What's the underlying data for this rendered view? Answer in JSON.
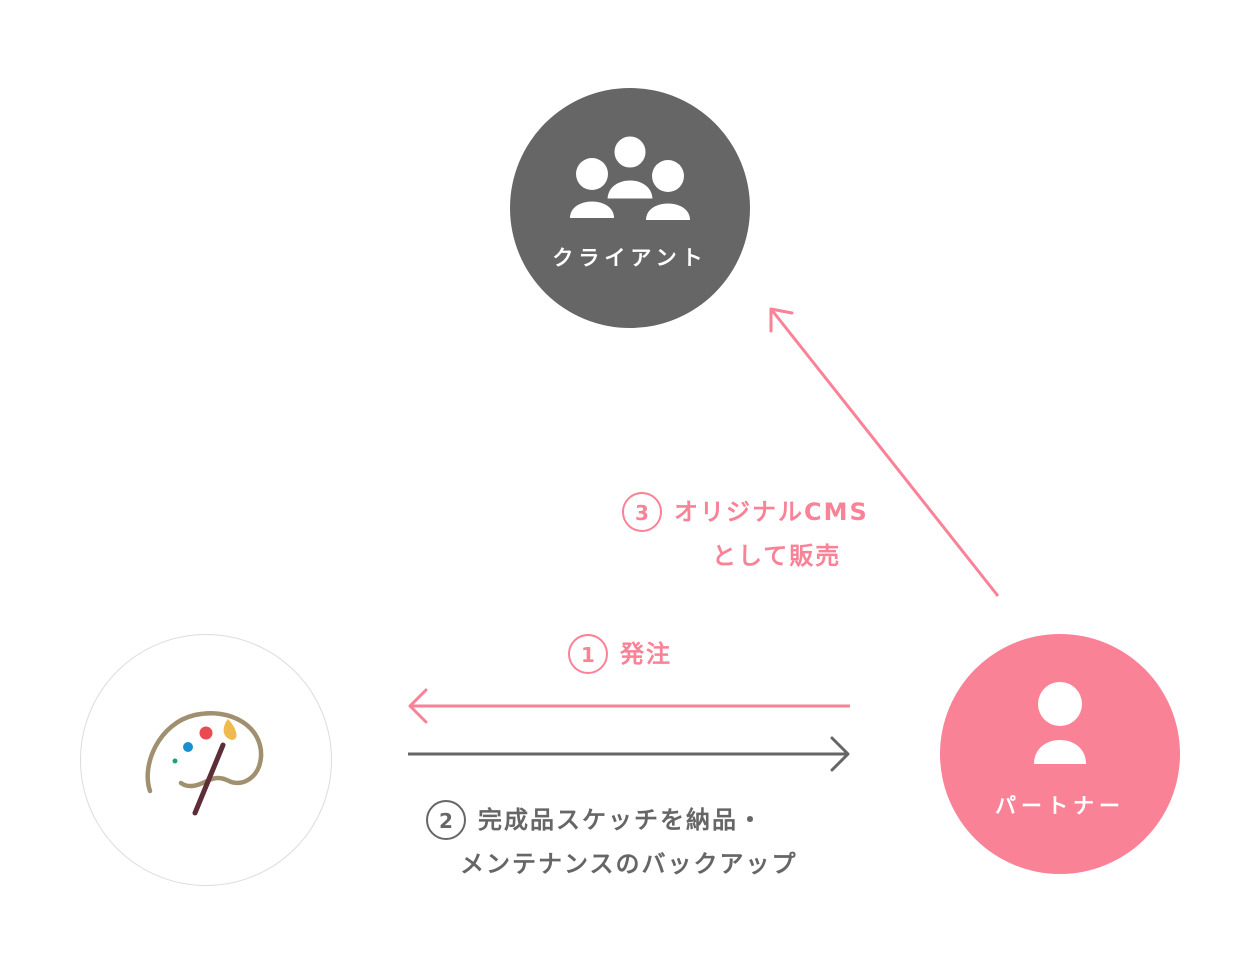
{
  "nodes": {
    "client": {
      "label": "クライアント",
      "icon": "users-group-icon",
      "color": "#666666"
    },
    "partner": {
      "label": "パートナー",
      "icon": "user-icon",
      "color": "#f98297"
    },
    "designer": {
      "icon": "palette-brush-icon"
    }
  },
  "steps": {
    "order": {
      "number": "1",
      "text": "発注"
    },
    "deliver": {
      "number": "2",
      "line1": "完成品スケッチを納品・",
      "line2": "メンテナンスのバックアップ"
    },
    "sell": {
      "number": "3",
      "line1": "オリジナルCMS",
      "line2": "として販売"
    }
  },
  "colors": {
    "accent_pink": "#f98297",
    "gray": "#666666",
    "palette_outline": "#a09070",
    "brush_handle": "#5e2e38",
    "dot_red": "#e84b52",
    "dot_blue": "#1a8fd0",
    "dot_green": "#18a56e",
    "dot_yellow": "#f0bb4e"
  }
}
